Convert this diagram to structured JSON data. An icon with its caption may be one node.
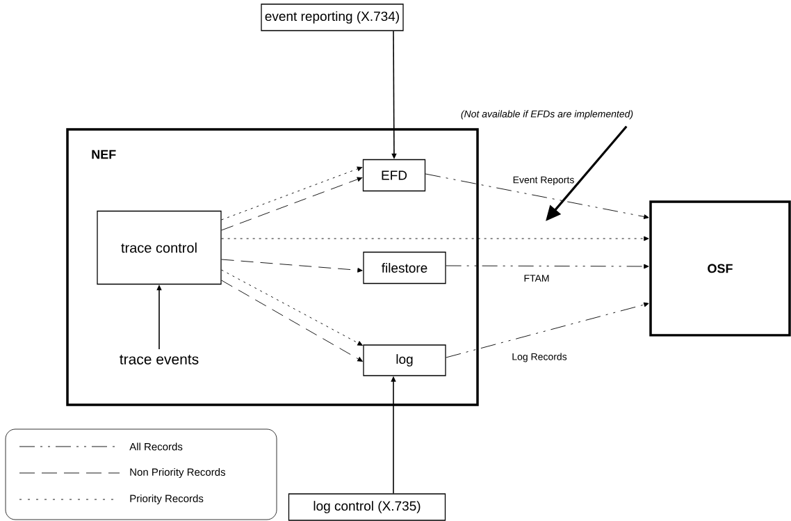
{
  "diagram": {
    "nodes": [
      {
        "text": [
          "event reporting (X.734)"
        ]
      },
      {
        "text": [
          "NEF"
        ]
      },
      {
        "text": [
          "EFD"
        ],
        "in": 1
      },
      {
        "text": [
          "trace control"
        ],
        "in": 1
      },
      {
        "text": [
          "filestore"
        ],
        "in": 1
      },
      {
        "text": [
          "log"
        ],
        "in": 1
      },
      {
        "text": [
          "trace events"
        ],
        "in": 1
      },
      {
        "text": [
          "OSF"
        ]
      },
      {
        "text": [
          "log control (X.735)"
        ]
      },
      {
        "text": [
          "(Not available if EFDs are implemented)"
        ]
      }
    ],
    "edges": [
      {
        "from": 0,
        "to": 2,
        "arrow": "to"
      },
      {
        "from": 3,
        "to": 2,
        "arrow": "to",
        "style": "dashed"
      },
      {
        "from": 3,
        "to": 2,
        "arrow": "to",
        "style": "dashed"
      },
      {
        "from": 3,
        "to": 7,
        "arrow": "to",
        "style": "dashed"
      },
      {
        "from": 3,
        "to": 4,
        "arrow": "to",
        "style": "dashed"
      },
      {
        "from": 3,
        "to": 5,
        "arrow": "to",
        "style": "dashed"
      },
      {
        "from": 3,
        "to": 5,
        "arrow": "to",
        "style": "dashed"
      },
      {
        "from": 6,
        "to": 3,
        "arrow": "to"
      },
      {
        "from": 2,
        "to": 7,
        "arrow": "to",
        "style": "dashed",
        "label": "Event Reports"
      },
      {
        "from": 4,
        "to": 7,
        "arrow": "to",
        "style": "dashed",
        "label": "FTAM"
      },
      {
        "from": 5,
        "to": 7,
        "arrow": "to",
        "style": "dashed",
        "label": "Log Records"
      },
      {
        "from": 8,
        "to": 5,
        "arrow": "to"
      },
      {
        "from": 9,
        "to": null,
        "arrow": "to",
        "style": "thick"
      }
    ],
    "legend": [
      {
        "text": "All Records"
      },
      {
        "text": "Non Priority Records"
      },
      {
        "text": "Priority Records"
      }
    ]
  }
}
